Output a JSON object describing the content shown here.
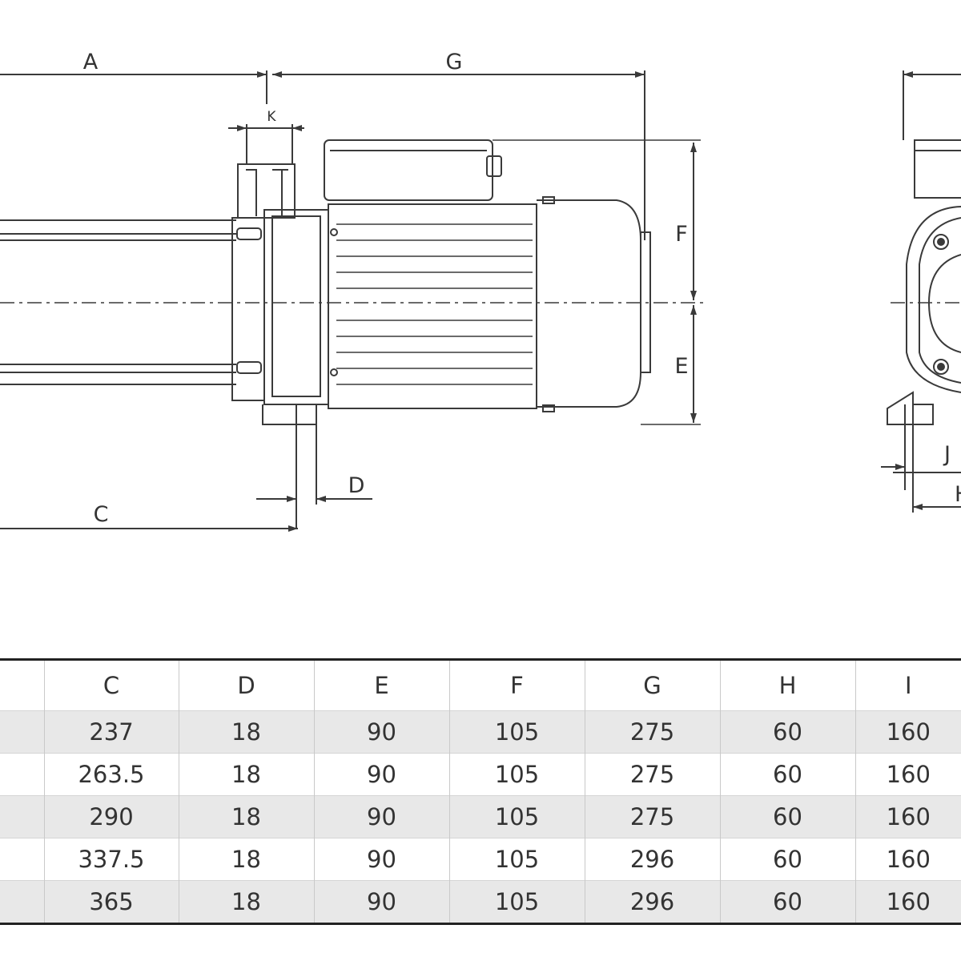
{
  "drawing": {
    "side_view_labels": [
      "A",
      "G",
      "K",
      "F",
      "E",
      "D",
      "C"
    ],
    "end_view_labels": [
      "J",
      "H"
    ]
  },
  "table": {
    "headers": [
      "",
      "C",
      "D",
      "E",
      "F",
      "G",
      "H",
      "I"
    ],
    "rows": [
      [
        "",
        "237",
        "18",
        "90",
        "105",
        "275",
        "60",
        "160"
      ],
      [
        "",
        "263.5",
        "18",
        "90",
        "105",
        "275",
        "60",
        "160"
      ],
      [
        "",
        "290",
        "18",
        "90",
        "105",
        "275",
        "60",
        "160"
      ],
      [
        "",
        "337.5",
        "18",
        "90",
        "105",
        "296",
        "60",
        "160"
      ],
      [
        "",
        "365",
        "18",
        "90",
        "105",
        "296",
        "60",
        "160"
      ]
    ]
  }
}
